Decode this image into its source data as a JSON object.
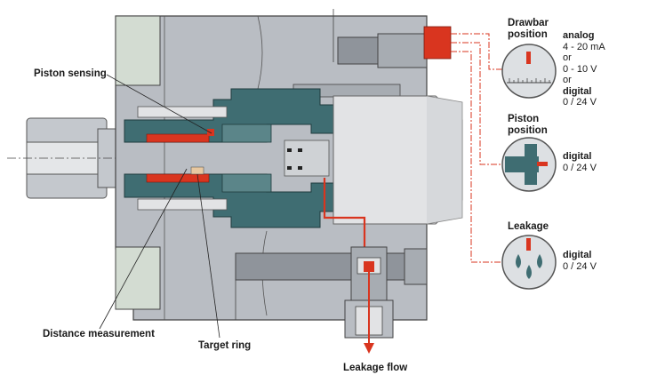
{
  "callouts": {
    "piston_sensing": "Piston sensing",
    "distance_measurement": "Distance measurement",
    "target_ring": "Target ring",
    "leakage_flow": "Leakage flow"
  },
  "signals": {
    "drawbar": {
      "title_line1": "Drawbar",
      "title_line2": "position",
      "lines": [
        "analog",
        "4 - 20 mA",
        "or",
        "0 - 10 V",
        "or",
        "digital",
        "0 / 24 V"
      ]
    },
    "piston": {
      "title_line1": "Piston",
      "title_line2": "position",
      "lines": [
        "digital",
        "0 / 24 V"
      ]
    },
    "leakage": {
      "title_line1": "Leakage",
      "lines": [
        "digital",
        "0 / 24 V"
      ]
    }
  },
  "colors": {
    "housing": "#b9bdc3",
    "housing_dark": "#8f949b",
    "teal": "#3f6d72",
    "teal_dark": "#2a4f53",
    "red": "#d9351f",
    "pale_green": "#d3dcd2",
    "light_part": "#e2e3e5"
  }
}
